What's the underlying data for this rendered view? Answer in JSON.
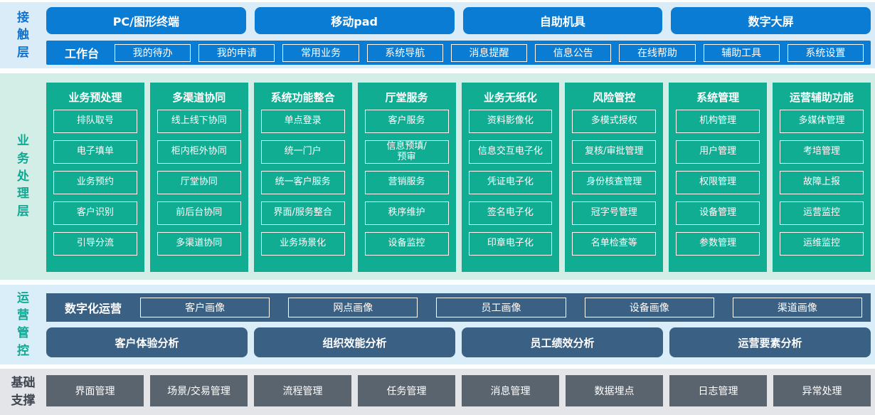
{
  "contact_layer": {
    "label": "接触层",
    "terminals": [
      "PC/图形终端",
      "移动pad",
      "自助机具",
      "数字大屏"
    ],
    "workbench": {
      "label": "工作台",
      "items": [
        "我的待办",
        "我的申请",
        "常用业务",
        "系统导航",
        "消息提醒",
        "信息公告",
        "在线帮助",
        "辅助工具",
        "系统设置"
      ]
    }
  },
  "business_layer": {
    "label": "业务处理层",
    "columns": [
      {
        "title": "业务预处理",
        "items": [
          "排队取号",
          "电子填单",
          "业务预约",
          "客户识别",
          "引导分流"
        ]
      },
      {
        "title": "多渠道协同",
        "items": [
          "线上线下协同",
          "柜内柜外协同",
          "厅堂协同",
          "前后台协同",
          "多渠道协同"
        ]
      },
      {
        "title": "系统功能整合",
        "items": [
          "单点登录",
          "统一门户",
          "统一客户服务",
          "界面/服务整合",
          "业务场景化"
        ]
      },
      {
        "title": "厅堂服务",
        "items": [
          "客户服务",
          "信息预填/\n预审",
          "营销服务",
          "秩序维护",
          "设备监控"
        ]
      },
      {
        "title": "业务无纸化",
        "items": [
          "资料影像化",
          "信息交互电子化",
          "凭证电子化",
          "签名电子化",
          "印章电子化"
        ]
      },
      {
        "title": "风险管控",
        "items": [
          "多模式授权",
          "复核/审批管理",
          "身份核查管理",
          "冠字号管理",
          "名单检查等"
        ]
      },
      {
        "title": "系统管理",
        "items": [
          "机构管理",
          "用户管理",
          "权限管理",
          "设备管理",
          "参数管理"
        ]
      },
      {
        "title": "运营辅助功能",
        "items": [
          "多媒体管理",
          "考培管理",
          "故障上报",
          "运营监控",
          "运维监控"
        ]
      }
    ]
  },
  "operations_layer": {
    "label": "运营管控",
    "digital_ops": {
      "label": "数字化运营",
      "items": [
        "客户画像",
        "网点画像",
        "员工画像",
        "设备画像",
        "渠道画像"
      ]
    },
    "analysis": [
      "客户体验分析",
      "组织效能分析",
      "员工绩效分析",
      "运营要素分析"
    ]
  },
  "foundation_layer": {
    "label": "基础支撑",
    "items": [
      "界面管理",
      "场景/交易管理",
      "流程管理",
      "任务管理",
      "消息管理",
      "数据埋点",
      "日志管理",
      "异常处理"
    ]
  },
  "colors": {
    "accent_blue": "#0b7cd4",
    "teal_green": "#10ad92",
    "slate_blue": "#3a6083",
    "gray_box": "#5a646e",
    "band_light_blue": "#d9ecf8",
    "band_light_green": "#d3eee7",
    "band_light_gray": "#e3e5e8"
  }
}
